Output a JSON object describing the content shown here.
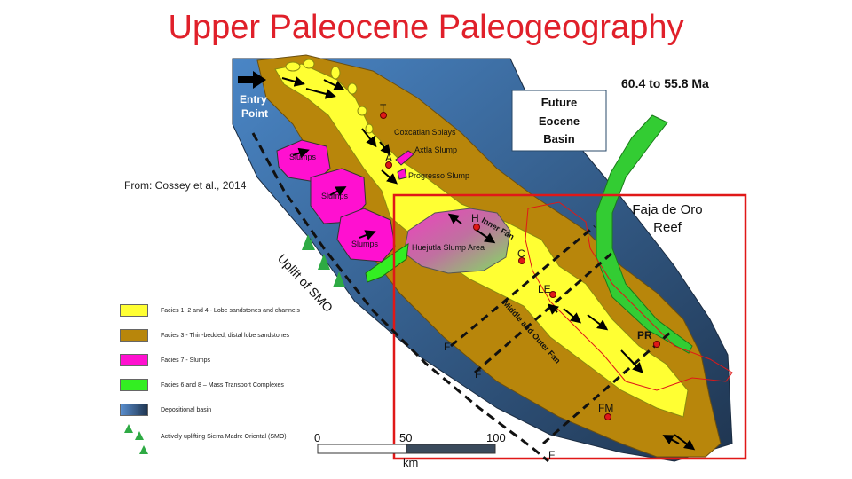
{
  "title": "Upper Paleocene Paleogeography",
  "source": "From: Cossey et al., 2014",
  "age": "60.4 to 55.8 Ma",
  "labels": {
    "entry_point_1": "Entry",
    "entry_point_2": "Point",
    "future_basin_1": "Future",
    "future_basin_2": "Eocene",
    "future_basin_3": "Basin",
    "reef_1": "Faja de Oro",
    "reef_2": "Reef",
    "coxcatlan": "Coxcatlan Splays",
    "axtla": "Axtla Slump",
    "progresso": "Progresso Slump",
    "slumps_1": "Slumps",
    "slumps_2": "Slumps",
    "slumps_3": "Slumps",
    "huejutla": "Huejutla Slump Area",
    "inner_fan": "Inner Fan",
    "middle_outer_fan": "Middle and Outer Fan",
    "uplift": "Uplift of SMO",
    "fault": "F"
  },
  "wells": {
    "t": "T",
    "a": "A",
    "h": "H",
    "c": "C",
    "le": "LE",
    "pr": "PR",
    "fm": "FM"
  },
  "legend": [
    {
      "label": "Facies 1, 2 and 4 - Lobe sandstones and channels",
      "color": "#ffff33"
    },
    {
      "label": "Facies 3 - Thin-bedded, distal lobe sandstones",
      "color": "#b8860b"
    },
    {
      "label": "Facies 7 - Slumps",
      "color": "#ff10d0"
    },
    {
      "label": "Facies 6 and 8 – Mass Transport Complexes",
      "color": "#33ee22"
    },
    {
      "label": "Depositional basin",
      "color": "#2f5f9a"
    },
    {
      "label": "Actively uplifting Sierra Madre Oriental (SMO)",
      "color": "#2eaa44"
    }
  ],
  "scale": {
    "tick_0": "0",
    "tick_50": "50",
    "tick_100": "100",
    "unit": "km"
  },
  "colors": {
    "basin": "#2f5f9a",
    "thin_bedded": "#b8860b",
    "lobe": "#ffff33",
    "slump": "#ff10d0",
    "mtc": "#33ee22",
    "reef": "#33cc33",
    "study_box": "#e01818",
    "title": "#e0202a"
  }
}
